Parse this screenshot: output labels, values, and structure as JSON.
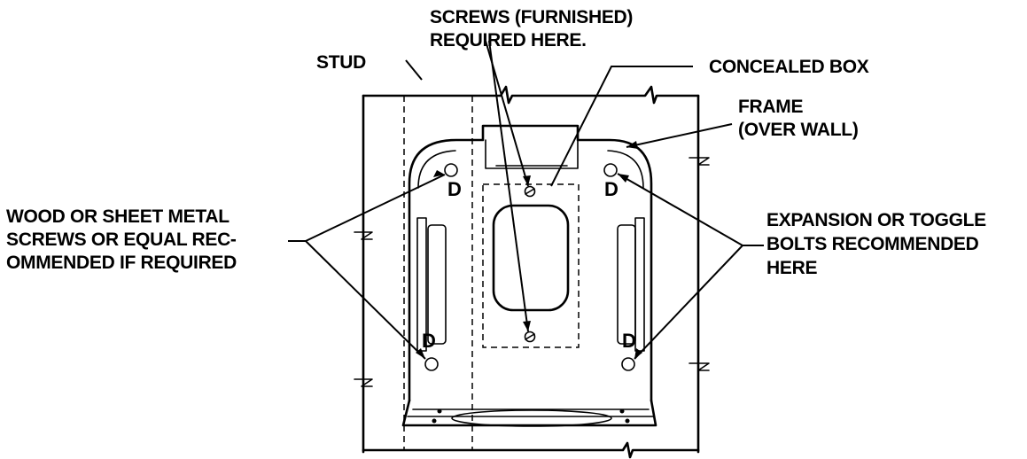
{
  "labels": {
    "screws_line1": "SCREWS (FURNISHED)",
    "screws_line2": "REQUIRED HERE.",
    "stud": "STUD",
    "concealed_box": "CONCEALED BOX",
    "frame_line1": "FRAME",
    "frame_line2": "(OVER WALL)",
    "wood_line1": "WOOD OR SHEET METAL",
    "wood_line2": "SCREWS OR EQUAL REC-",
    "wood_line3": "OMMENDED IF REQUIRED",
    "exp_line1": "EXPANSION OR TOGGLE",
    "exp_line2": "BOLTS RECOMMENDED",
    "exp_line3": "HERE"
  },
  "hole_marks": {
    "top_left": "D",
    "top_right": "D",
    "bottom_left": "D",
    "bottom_right": "D"
  }
}
